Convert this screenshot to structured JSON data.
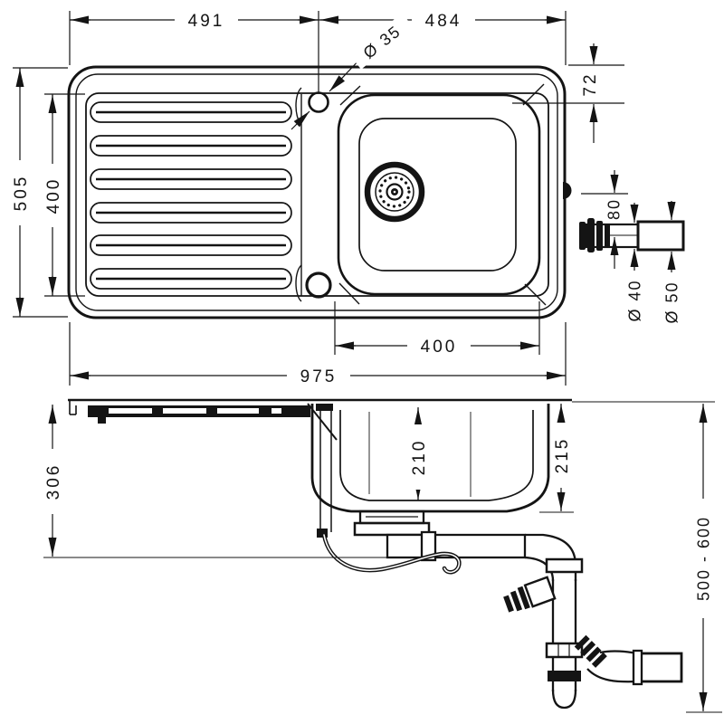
{
  "drawing": {
    "kind": "technical dimension drawing",
    "subject": "kitchen sink with drainboard, single bowl and drain plumbing",
    "line_color": "#141414",
    "background_color": "#ffffff"
  },
  "top_view": {
    "dim_width_drainboard": "491",
    "dim_width_bowl_section": "484",
    "dim_tap_hole_diameter": "Ø 35",
    "dim_edge_to_bowl": "72",
    "dim_depth_total": "505",
    "dim_depth_inner": "400",
    "dim_bowl_width": "400",
    "dim_width_total": "975",
    "dim_overflow_offset": "80",
    "dim_drainpipe_diameter": "Ø 40",
    "dim_outlet_diameter": "Ø 50"
  },
  "side_view": {
    "dim_mounting_depth": "306",
    "dim_bowl_depth_inner": "210",
    "dim_bowl_depth_outer": "215",
    "dim_trap_height_range": "500 - 600"
  }
}
